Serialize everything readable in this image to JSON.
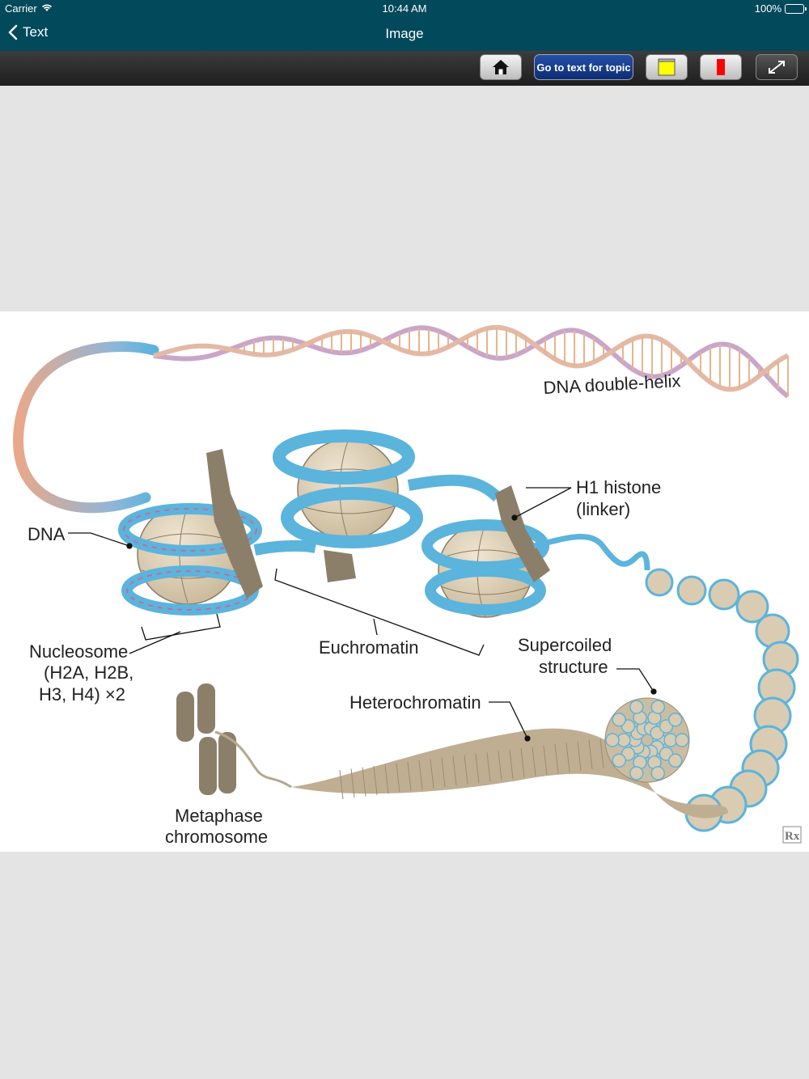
{
  "status": {
    "carrier": "Carrier",
    "time": "10:44 AM",
    "battery": "100%"
  },
  "nav": {
    "back_label": "Text",
    "title": "Image"
  },
  "toolbar": {
    "goto_label": "Go to text for topic",
    "yellow_color": "#ffff00",
    "red_color": "#ff0000"
  },
  "figure": {
    "labels": {
      "dna_helix": "DNA double-helix",
      "h1_line1": "H1 histone",
      "h1_line2": "(linker)",
      "dna": "DNA",
      "nucleosome_line1": "Nucleosome",
      "nucleosome_line2": "(H2A, H2B,",
      "nucleosome_line3": "H3, H4) ×2",
      "euchromatin": "Euchromatin",
      "supercoiled_line1": "Supercoiled",
      "supercoiled_line2": "structure",
      "heterochromatin": "Heterochromatin",
      "metaphase_line1": "Metaphase",
      "metaphase_line2": "chromosome",
      "logo": "Rx"
    },
    "colors": {
      "dna_backbone": "#d7a6b8",
      "histone": "#d7c9ae",
      "linker": "#8b7f6a",
      "coil": "#5bb4dc"
    }
  }
}
